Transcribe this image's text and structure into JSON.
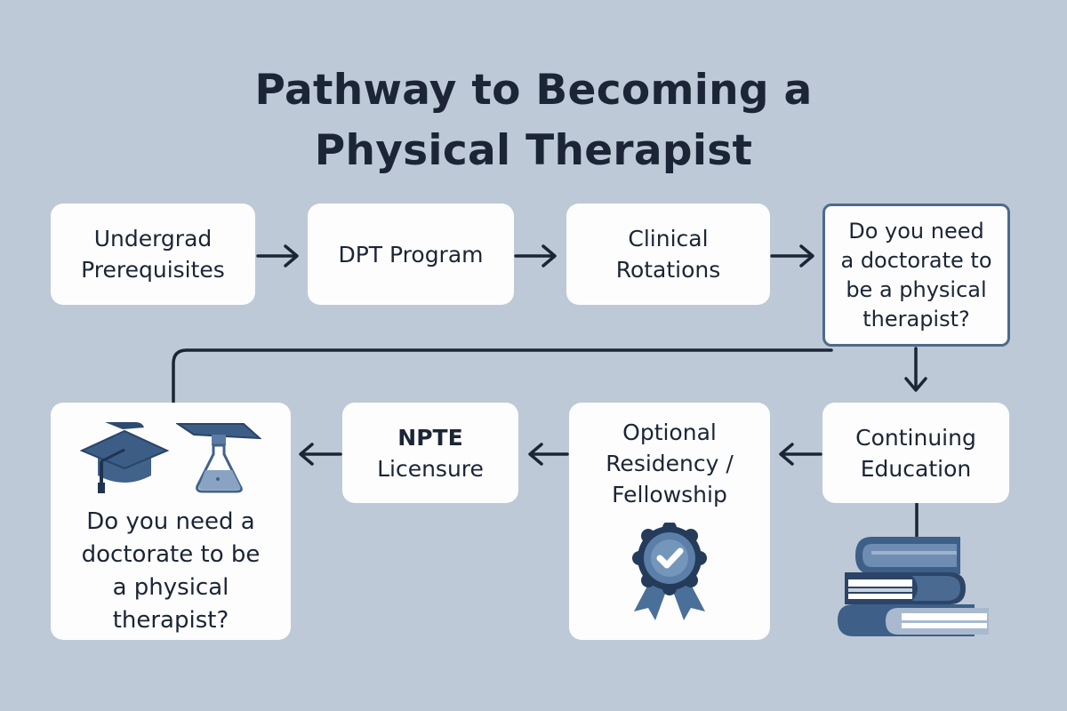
{
  "title": "Pathway to Becoming a\nPhysical Therapist",
  "title_lines": [
    "Pathway to Becoming a",
    "Physical Therapist"
  ],
  "colors": {
    "background": "#bdc9d6",
    "box": "#fdfdfe",
    "text": "#1b2535",
    "accent_border": "#4e6b8c",
    "icon_primary": "#3e5f87",
    "icon_dark": "#1f3350",
    "icon_light": "#8aa3c2"
  },
  "steps": [
    {
      "id": "undergrad",
      "label": "Undergrad\nPrerequisites"
    },
    {
      "id": "dpt",
      "label": "DPT Program"
    },
    {
      "id": "clinical",
      "label": "Clinical\nRotations"
    },
    {
      "id": "question-top",
      "label": "Do you need\na doctorate to\nbe a physical\ntherapist?"
    },
    {
      "id": "continuing",
      "label": "Continuing\nEducation"
    },
    {
      "id": "residency",
      "label": "Optional\nResidency /\nFellowship"
    },
    {
      "id": "npte",
      "label_top": "NPTE",
      "label_bottom": "Licensure"
    },
    {
      "id": "question-bottom",
      "label": "Do you need a\ndoctorate to be\na physical\ntherapist?"
    }
  ],
  "icons": {
    "graduation_cap": "graduation-cap-icon",
    "flask_cap": "flask-cap-icon",
    "award_ribbon": "award-ribbon-icon",
    "books_stack": "books-stack-icon"
  }
}
